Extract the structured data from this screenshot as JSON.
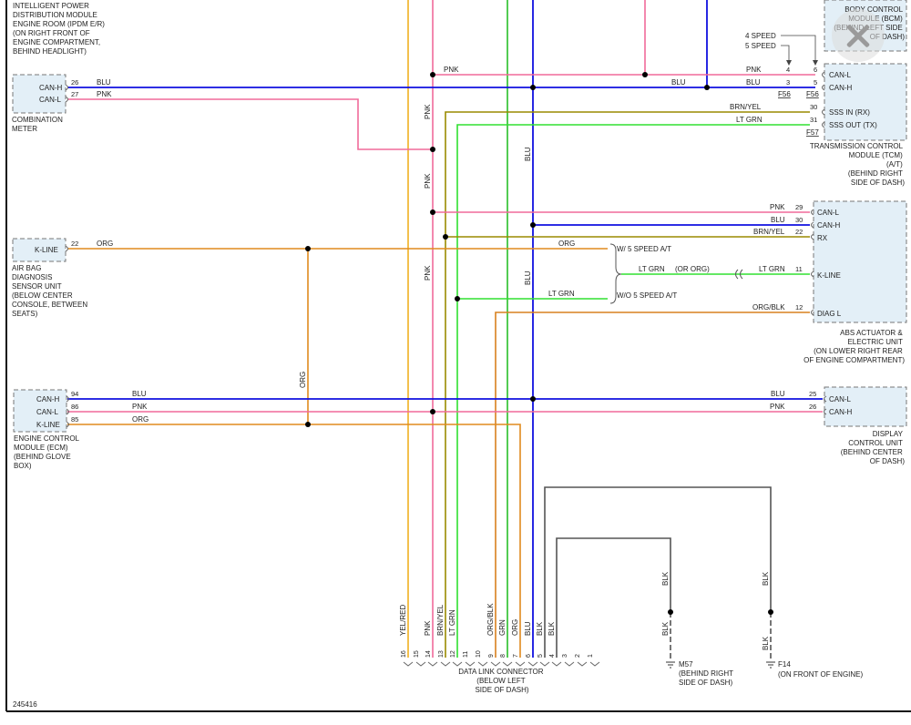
{
  "colors": {
    "blu": "#1010e0",
    "pnk": "#f06a9a",
    "org": "#e08a1e",
    "grn": "#28c028",
    "ltgrn": "#30e030",
    "brnyel": "#9a8a00",
    "yelred": "#f0b020",
    "orgblk": "#d8801e",
    "blk": "#555555",
    "box_fill": "#e3eff7",
    "frame": "#111111"
  },
  "close_button": {
    "icon": "close-icon"
  },
  "modules": {
    "ipdm": {
      "lines": [
        "INTELLIGENT POWER",
        "DISTRIBUTION MODULE",
        "ENGINE ROOM (IPDM E/R)",
        "(ON RIGHT FRONT OF",
        "ENGINE COMPARTMENT,",
        "BEHIND HEADLIGHT)"
      ]
    },
    "combination_meter": {
      "pins": [
        "CAN-H",
        "CAN-L"
      ],
      "lines": [
        "COMBINATION",
        "METER"
      ]
    },
    "airbag": {
      "pin": "K-LINE",
      "lines": [
        "AIR BAG",
        "DIAGNOSIS",
        "SENSOR UNIT",
        "(BELOW CENTER",
        "CONSOLE, BETWEEN",
        "SEATS)"
      ]
    },
    "ecm": {
      "pins": [
        "CAN-H",
        "CAN-L",
        "K-LINE"
      ],
      "lines": [
        "ENGINE CONTROL",
        "MODULE (ECM)",
        "(BEHIND GLOVE",
        "BOX)"
      ]
    },
    "bcm": {
      "lines": [
        "BODY CONTROL",
        "MODULE (BCM)",
        "(BEHIND LEFT SIDE",
        "OF DASH)"
      ]
    },
    "tcm": {
      "pins": [
        "CAN-L",
        "CAN-H",
        "SSS IN (RX)",
        "SSS OUT (TX)"
      ],
      "lines": [
        "TRANSMISSION CONTROL",
        "MODULE (TCM)",
        "(A/T)",
        "(BEHIND RIGHT",
        "SIDE OF DASH)"
      ]
    },
    "abs": {
      "pins": [
        "CAN-L",
        "CAN-H",
        "RX",
        "K-LINE",
        "DIAG L"
      ],
      "lines": [
        "ABS ACTUATOR &",
        "ELECTRIC UNIT",
        "(ON LOWER RIGHT REAR",
        "OF ENGINE COMPARTMENT)"
      ]
    },
    "display": {
      "pins": [
        "CAN-L",
        "CAN-H"
      ],
      "lines": [
        "DISPLAY",
        "CONTROL UNIT",
        "(BEHIND CENTER",
        "OF DASH)"
      ]
    },
    "dlc": {
      "pins": [
        "16",
        "15",
        "14",
        "13",
        "12",
        "11",
        "10",
        "9",
        "8",
        "7",
        "6",
        "5",
        "4",
        "3",
        "2",
        "1"
      ],
      "lines": [
        "DATA LINK CONNECTOR",
        "(BELOW LEFT",
        "SIDE OF DASH)"
      ]
    }
  },
  "grounds": {
    "m57": {
      "label": "M57",
      "lines": [
        "(BEHIND RIGHT",
        "SIDE OF DASH)"
      ]
    },
    "f14": {
      "label": "F14",
      "lines": [
        "(ON FRONT OF ENGINE)"
      ]
    }
  },
  "speed_notes": [
    "4 SPEED",
    "5 SPEED"
  ],
  "annotations": {
    "w5": "W/ 5 SPEED A/T",
    "wo5": "W/O 5 SPEED A/T",
    "or_org": "(OR ORG)"
  },
  "wire_labels": {
    "cm_blu": "BLU",
    "cm_pnk": "PNK",
    "top_pnk": "PNK",
    "mid_blu": "BLU",
    "tcm_pnk": "PNK",
    "tcm_blu": "BLU",
    "tcm_brnyel": "BRN/YEL",
    "tcm_ltgrn": "LT GRN",
    "abs_pnk": "PNK",
    "abs_blu": "BLU",
    "abs_brnyel": "BRN/YEL",
    "ab_org": "ORG",
    "w5_org": "ORG",
    "ltgrn_a": "LT GRN",
    "ltgrn_b": "LT GRN",
    "wo5_ltgrn": "LT GRN",
    "abs_orgblk": "ORG/BLK",
    "ecm_blu": "BLU",
    "ecm_pnk": "PNK",
    "ecm_org": "ORG",
    "disp_blu": "BLU",
    "disp_pnk": "PNK",
    "v_pnk1": "PNK",
    "v_pnk2": "PNK",
    "v_pnk3": "PNK",
    "v_blu1": "BLU",
    "v_blu2": "BLU",
    "v_org": "ORG",
    "dlc_yelred": "YEL/RED",
    "dlc_pnk": "PNK",
    "dlc_brnyel": "BRN/YEL",
    "dlc_ltgrn": "LT GRN",
    "dlc_orgblk": "ORG/BLK",
    "dlc_grn": "GRN",
    "dlc_org": "ORG",
    "dlc_blu": "BLU",
    "dlc_blk1": "BLK",
    "dlc_blk2": "BLK",
    "g_blk1": "BLK",
    "g_blk2": "BLK",
    "g_blk3": "BLK",
    "g_blk4": "BLK"
  },
  "pin_numbers": {
    "cm_26": "26",
    "cm_27": "27",
    "ab_22": "22",
    "ecm_94": "94",
    "ecm_86": "86",
    "ecm_85": "85",
    "tcm_4": "4",
    "tcm_6": "6",
    "tcm_3": "3",
    "tcm_5": "5",
    "tcm_30": "30",
    "tcm_31": "31",
    "abs_29": "29",
    "abs_30": "30",
    "abs_22": "22",
    "abs_11": "11",
    "abs_12": "12",
    "disp_25": "25",
    "disp_26": "26"
  },
  "connector_ids": {
    "f56a": "F56",
    "f56b": "F56",
    "f57": "F57"
  },
  "figure_id": "245416"
}
